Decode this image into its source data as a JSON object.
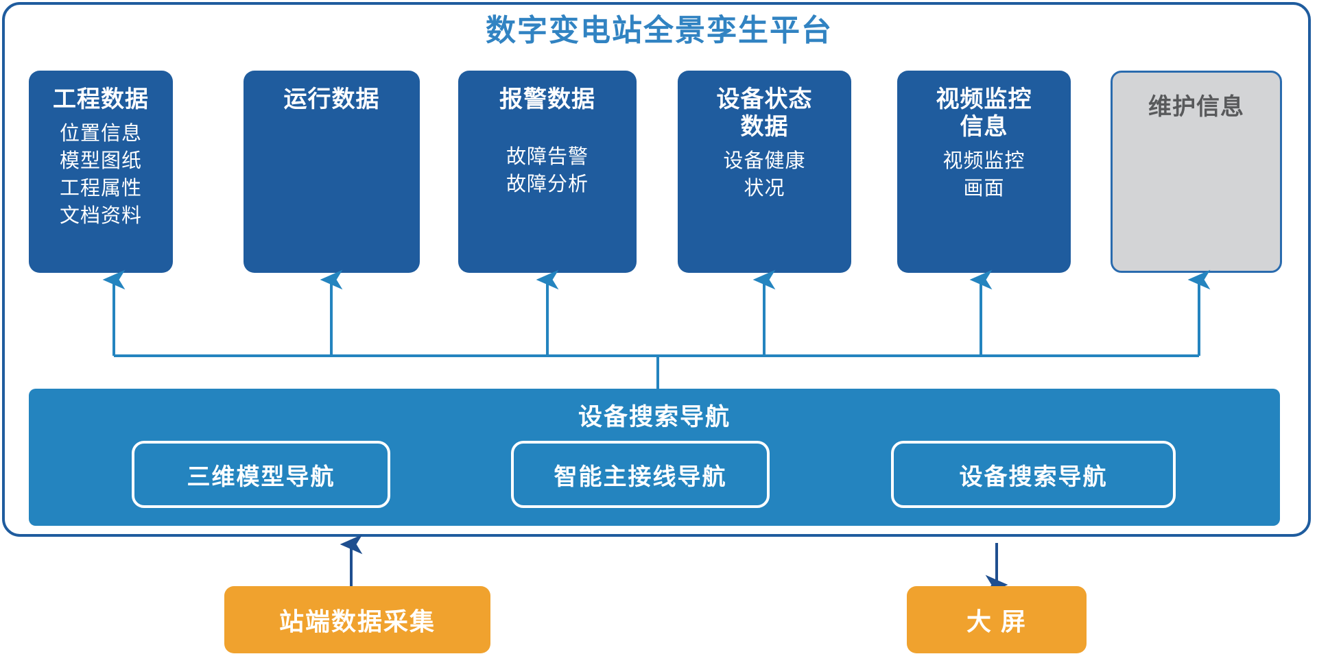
{
  "page": {
    "title": "数字变电站全景孪生平台",
    "title_color": "#3183c2",
    "frame_border_color": "#1f5c9e",
    "background": "#ffffff"
  },
  "cards": [
    {
      "title": "工程数据",
      "items": [
        "位置信息",
        "模型图纸",
        "工程属性",
        "文档资料"
      ],
      "style": "blue",
      "fill": "#1f5c9e",
      "text_color": "#ffffff"
    },
    {
      "title": "运行数据",
      "items": [],
      "style": "blue",
      "fill": "#1f5c9e",
      "text_color": "#ffffff"
    },
    {
      "title": "报警数据",
      "items": [
        "故障告警",
        "故障分析"
      ],
      "style": "blue",
      "fill": "#1f5c9e",
      "text_color": "#ffffff"
    },
    {
      "title": "设备状态\n数据",
      "items": [
        "设备健康",
        "状况"
      ],
      "style": "blue",
      "fill": "#1f5c9e",
      "text_color": "#ffffff"
    },
    {
      "title": "视频监控\n信息",
      "items": [
        "视频监控",
        "画面"
      ],
      "style": "blue",
      "fill": "#1f5c9e",
      "text_color": "#ffffff"
    },
    {
      "title": "维护信息",
      "items": [],
      "style": "gray",
      "fill": "#d3d4d6",
      "text_color": "#58595b"
    }
  ],
  "nav_band": {
    "title": "设备搜索导航",
    "fill": "#2484bf",
    "pills": [
      {
        "label": "三维模型导航"
      },
      {
        "label": "智能主接线导航"
      },
      {
        "label": "设备搜索导航"
      }
    ]
  },
  "bottom_boxes": [
    {
      "label": "站端数据采集",
      "fill": "#f0a22e",
      "arrow": "up"
    },
    {
      "label": "大  屏",
      "fill": "#f0a22e",
      "arrow": "down"
    }
  ],
  "connectors": {
    "bus_color": "#2484bf",
    "external_arrow_color": "#1f4f8f",
    "description": "six up-arrows from horizontal bus to cards; stem from bus down to nav band; external up-arrow from 站端数据采集 into frame; external down-arrow from frame to 大 屏"
  }
}
